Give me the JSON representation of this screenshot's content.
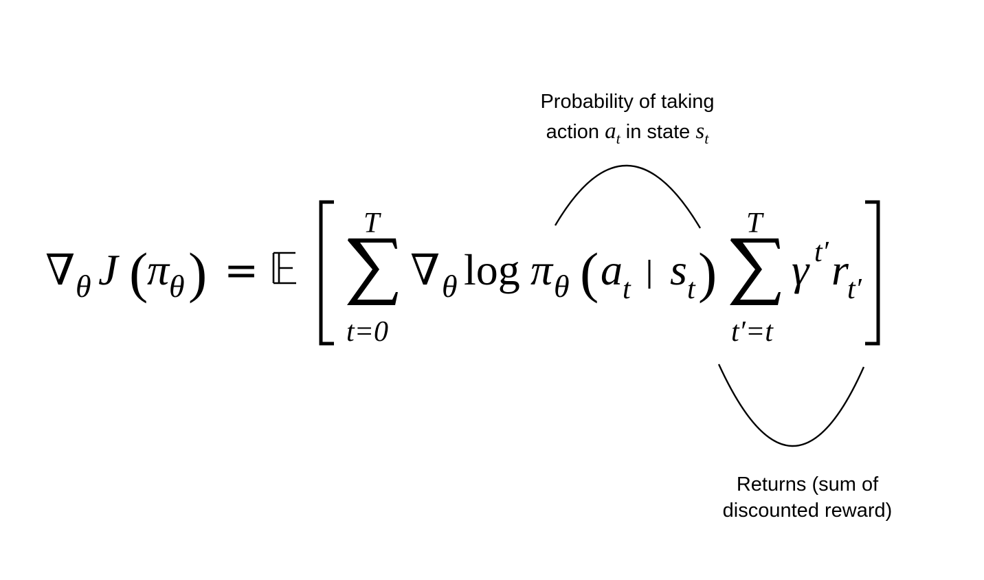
{
  "equation": {
    "nabla": "∇",
    "theta": "θ",
    "J": "J",
    "pi": "π",
    "equals": "=",
    "expectation": "𝔼",
    "sum": "∑",
    "upper_T": "T",
    "lower_t0": "t=0",
    "log": "log",
    "a": "a",
    "s": "s",
    "t": "t",
    "bar": "|",
    "gamma": "γ",
    "r": "r",
    "t_prime": "t′",
    "lower_tprime": "t′=t",
    "lparen": "(",
    "rparen": ")"
  },
  "annotations": {
    "top_line1": "Probability of taking",
    "top_line2_prefix": "action ",
    "top_line2_a": "a",
    "top_line2_t1": "t",
    "top_line2_mid": " in state ",
    "top_line2_s": "s",
    "top_line2_t2": "t",
    "bottom_line1": "Returns (sum of",
    "bottom_line2": "discounted reward)"
  }
}
